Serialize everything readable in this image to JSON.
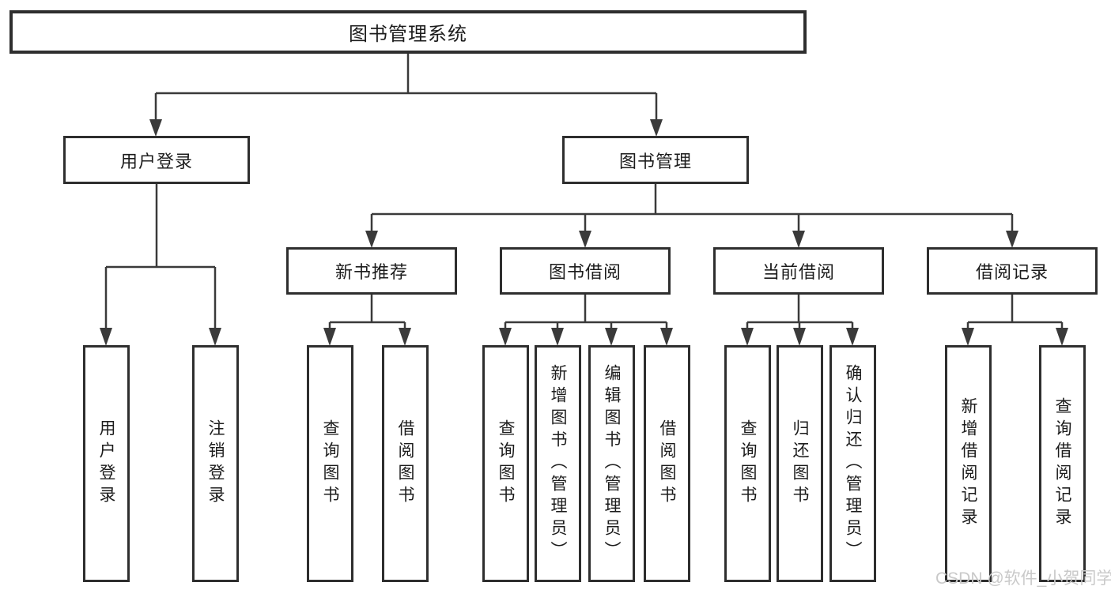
{
  "diagram": {
    "root": {
      "label": "图书管理系统"
    },
    "branches": [
      {
        "label": "用户登录",
        "children": [
          {
            "label": "用户登录"
          },
          {
            "label": "注销登录"
          }
        ]
      },
      {
        "label": "图书管理",
        "sections": [
          {
            "label": "新书推荐",
            "children": [
              {
                "label": "查询图书"
              },
              {
                "label": "借阅图书"
              }
            ]
          },
          {
            "label": "图书借阅",
            "children": [
              {
                "label": "查询图书"
              },
              {
                "label": "新增图书（管理员）"
              },
              {
                "label": "编辑图书（管理员）"
              },
              {
                "label": "借阅图书"
              }
            ]
          },
          {
            "label": "当前借阅",
            "children": [
              {
                "label": "查询图书"
              },
              {
                "label": "归还图书"
              },
              {
                "label": "确认归还（管理员）"
              }
            ]
          },
          {
            "label": "借阅记录",
            "children": [
              {
                "label": "新增借阅记录"
              },
              {
                "label": "查询借阅记录"
              }
            ]
          }
        ]
      }
    ]
  },
  "watermark": {
    "text": "CSDN @软件_小贺同学"
  },
  "colors": {
    "line": "#3a3a3a",
    "box_border": "#2e2e2e",
    "text": "#1c1c1c",
    "watermark": "#c9c9c9",
    "background": "#ffffff"
  }
}
